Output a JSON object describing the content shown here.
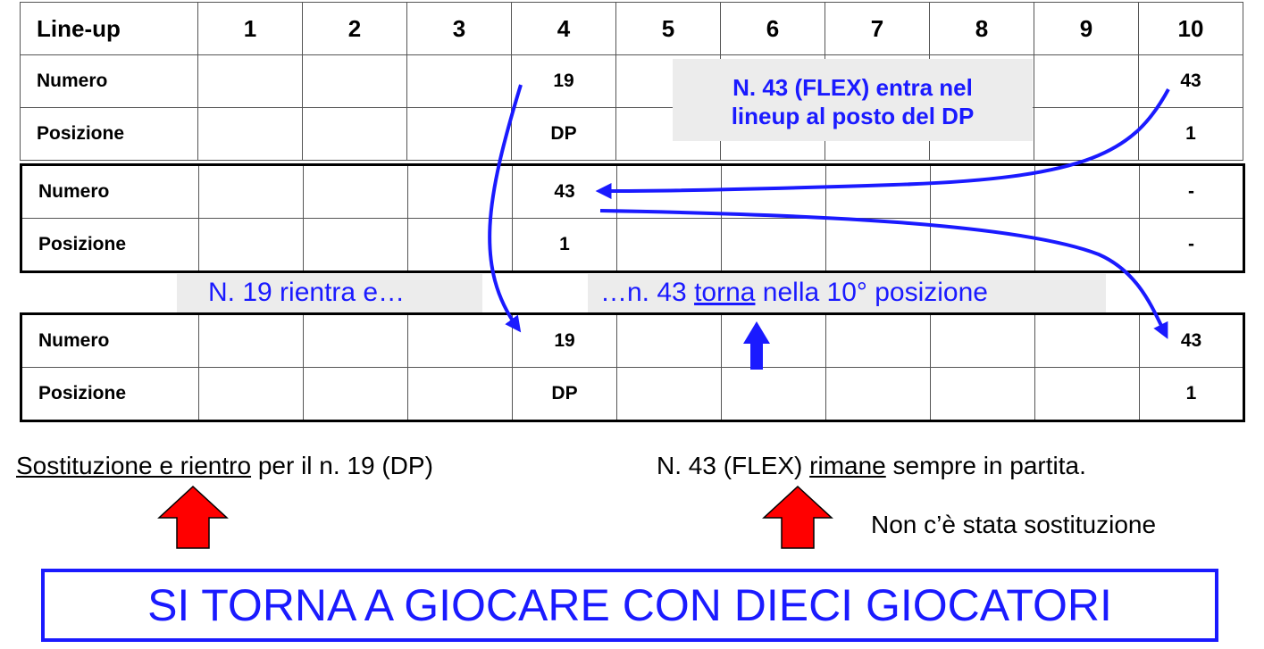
{
  "table1": {
    "header": [
      "Line-up",
      "1",
      "2",
      "3",
      "4",
      "5",
      "6",
      "7",
      "8",
      "9",
      "10"
    ],
    "rows": [
      {
        "label": "Numero",
        "cells": [
          "",
          "",
          "",
          "19",
          "",
          "",
          "",
          "",
          "",
          "43"
        ]
      },
      {
        "label": "Posizione",
        "cells": [
          "",
          "",
          "",
          "DP",
          "",
          "",
          "",
          "",
          "",
          "1"
        ]
      }
    ]
  },
  "table2": {
    "rows": [
      {
        "label": "Numero",
        "cells": [
          "",
          "",
          "",
          "43",
          "",
          "",
          "",
          "",
          "",
          "-"
        ]
      },
      {
        "label": "Posizione",
        "cells": [
          "",
          "",
          "",
          "1",
          "",
          "",
          "",
          "",
          "",
          "-"
        ]
      }
    ]
  },
  "table3": {
    "rows": [
      {
        "label": "Numero",
        "cells": [
          "",
          "",
          "",
          "19",
          "",
          "",
          "",
          "",
          "",
          "43"
        ]
      },
      {
        "label": "Posizione",
        "cells": [
          "",
          "",
          "",
          "DP",
          "",
          "",
          "",
          "",
          "",
          "1"
        ]
      }
    ]
  },
  "annotations": {
    "flex_line1": "N. 43 (FLEX) entra  nel",
    "flex_line2": "lineup al posto del DP",
    "rientra": "N. 19 rientra e…",
    "torna_before": "…n. 43 ",
    "torna_word": "torna",
    "torna_after": " nella 10° posizione"
  },
  "captions": {
    "left_underlined": "Sostituzione e rientro",
    "left_rest": " per il n. 19 (DP)",
    "right_before": "N. 43 (FLEX) ",
    "right_underlined": "rimane",
    "right_after": " sempre in partita.",
    "no_sub": "Non c’è stata sostituzione"
  },
  "banner": "SI TORNA A GIOCARE CON DIECI GIOCATORI",
  "colors": {
    "annotation_blue": "#1a1aff",
    "arrow_red": "#ff0000",
    "band_gray": "#ececec"
  },
  "icons": [
    "down-arrow-icon",
    "blue-up-arrow-icon",
    "red-up-arrow-icon"
  ]
}
